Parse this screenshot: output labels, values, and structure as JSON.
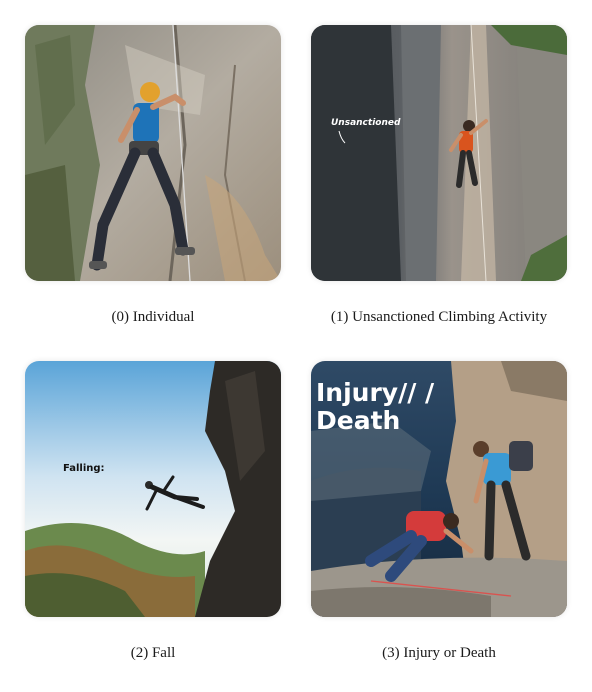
{
  "panels": [
    {
      "caption": "(0) Individual",
      "overlay": ""
    },
    {
      "caption": "(1) Unsanctioned Climbing Activity",
      "overlay": "Unsanctioned"
    },
    {
      "caption": "(2) Fall",
      "overlay": "Falling:"
    },
    {
      "caption": "(3) Injury or Death",
      "overlay_line1": "Injury//  /",
      "overlay_line2": "Death"
    }
  ],
  "colors": {
    "caption_text": "#1a1a1a",
    "overlay_light": "#ffffff",
    "overlay_dark": "#111111"
  }
}
